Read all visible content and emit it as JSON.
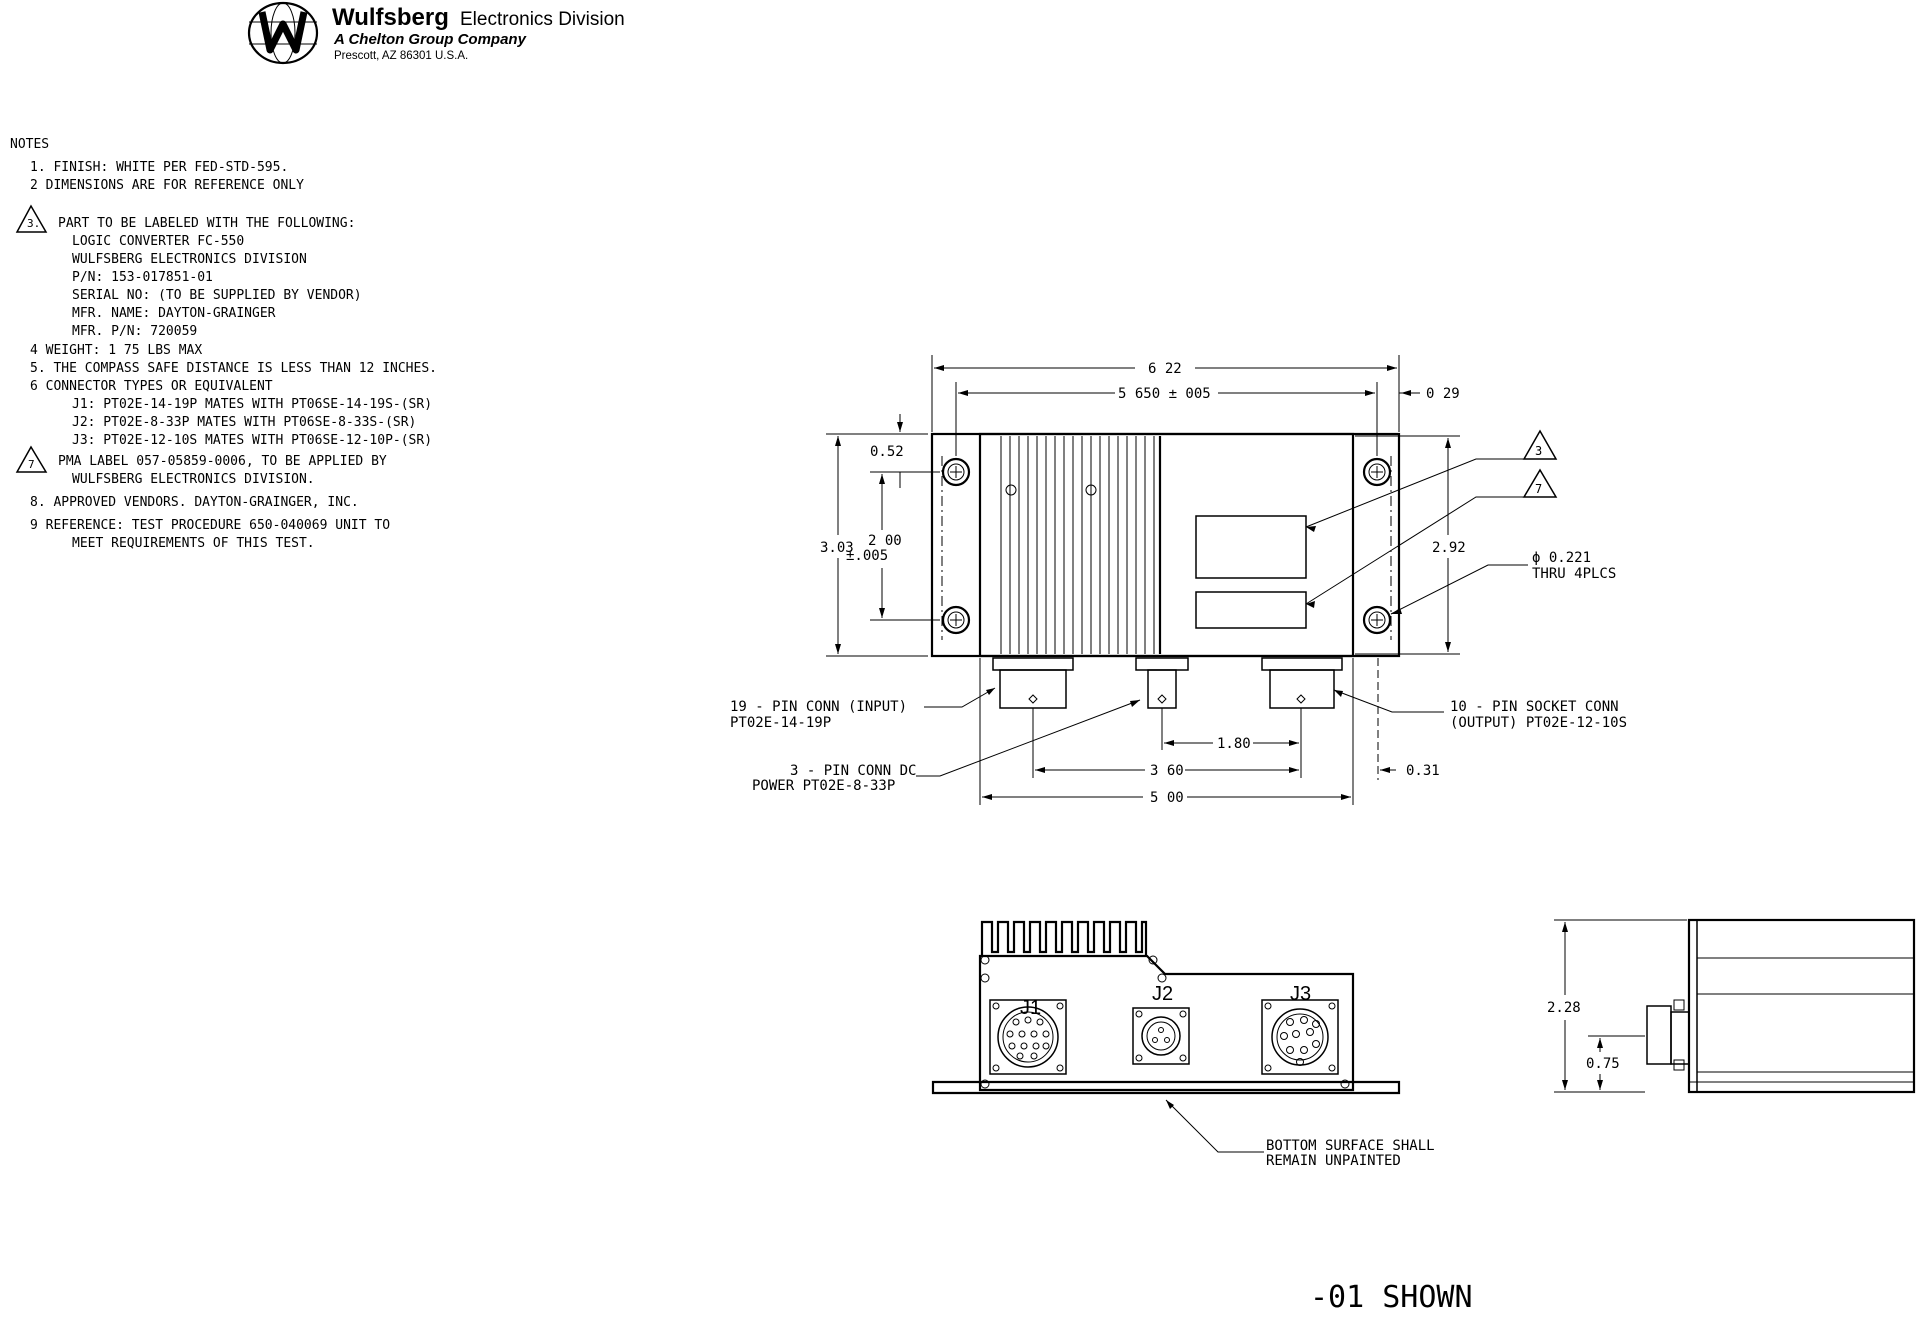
{
  "company": {
    "name": "Wulfsberg",
    "division": "Electronics Division",
    "subtitle": "A Chelton Group Company",
    "address": "Prescott, AZ  86301  U.S.A."
  },
  "notes": {
    "heading": "NOTES",
    "n1": "1.  FINISH: WHITE PER FED-STD-595.",
    "n2": "2   DIMENSIONS ARE FOR REFERENCE ONLY",
    "n3_symbol": "3.",
    "n3": "PART TO BE LABELED WITH THE FOLLOWING:",
    "n3_l1": "LOGIC CONVERTER FC-550",
    "n3_l2": "WULFSBERG ELECTRONICS DIVISION",
    "n3_l3": "P/N: 153-017851-01",
    "n3_l4": "SERIAL NO: (TO BE SUPPLIED BY VENDOR)",
    "n3_l5": "MFR. NAME:  DAYTON-GRAINGER",
    "n3_l6": "MFR. P/N:  720059",
    "n4": "4   WEIGHT: 1 75 LBS MAX",
    "n5": "5.  THE COMPASS SAFE DISTANCE IS LESS THAN 12 INCHES.",
    "n6": "6   CONNECTOR TYPES OR EQUIVALENT",
    "n6_j1": "J1:  PT02E-14-19P MATES WITH PT06SE-14-19S-(SR)",
    "n6_j2": "J2:  PT02E-8-33P MATES WITH PT06SE-8-33S-(SR)",
    "n6_j3": "J3:  PT02E-12-10S MATES WITH PT06SE-12-10P-(SR)",
    "n7_symbol": "7",
    "n7": "PMA LABEL 057-05859-0006, TO BE APPLIED BY",
    "n7_l2": "WULFSBERG ELECTRONICS DIVISION.",
    "n8": "8.  APPROVED VENDORS.     DAYTON-GRAINGER, INC.",
    "n9": "9   REFERENCE:  TEST PROCEDURE 650-040069 UNIT TO",
    "n9_l2": "MEET REQUIREMENTS OF THIS TEST."
  },
  "top_view": {
    "dim_overall_width": "6 22",
    "dim_hole_spacing": "5 650 ± 005",
    "dim_flange": "0 29",
    "dim_top_offset": "0.52",
    "dim_overall_height": "3.03",
    "dim_hole_vertical": "2 00",
    "dim_hole_vertical_tol": "±.005",
    "dim_body_height": "2.92",
    "flag_label": "3",
    "flag_pma": "7",
    "hole_note_l1": "ϕ 0.221",
    "hole_note_l2": "THRU 4PLCS",
    "conn_j1_l1": "19 - PIN CONN (INPUT)",
    "conn_j1_l2": "PT02E-14-19P",
    "conn_j2_l1": "3 - PIN CONN DC",
    "conn_j2_l2": "POWER PT02E-8-33P",
    "conn_j3_l1": "10 - PIN SOCKET CONN",
    "conn_j3_l2": "(OUTPUT) PT02E-12-10S",
    "dim_j2_j3": "1.80",
    "dim_j1_j3": "3 60",
    "dim_right_offset": "0.31",
    "dim_body_width": "5 00"
  },
  "front_view": {
    "j1": "J1",
    "j2": "J2",
    "j3": "J3",
    "bottom_note_l1": "BOTTOM SURFACE SHALL",
    "bottom_note_l2": "REMAIN UNPAINTED"
  },
  "side_view": {
    "dim_height": "2.28",
    "dim_conn_height": "0.75"
  },
  "footer": {
    "shown": "-01  SHOWN"
  }
}
